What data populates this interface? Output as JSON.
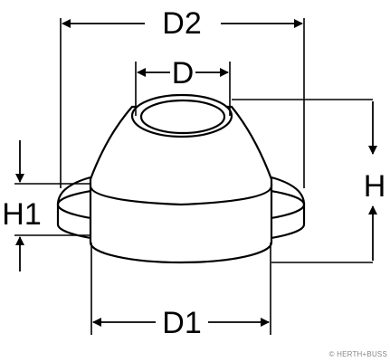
{
  "labels": {
    "d2": "D2",
    "d": "D",
    "h": "H",
    "h1": "H1",
    "d1": "D1"
  },
  "watermark": "© HERTH+BUSS",
  "colors": {
    "stroke": "#000000",
    "watermark": "#888888",
    "background": "#ffffff"
  }
}
